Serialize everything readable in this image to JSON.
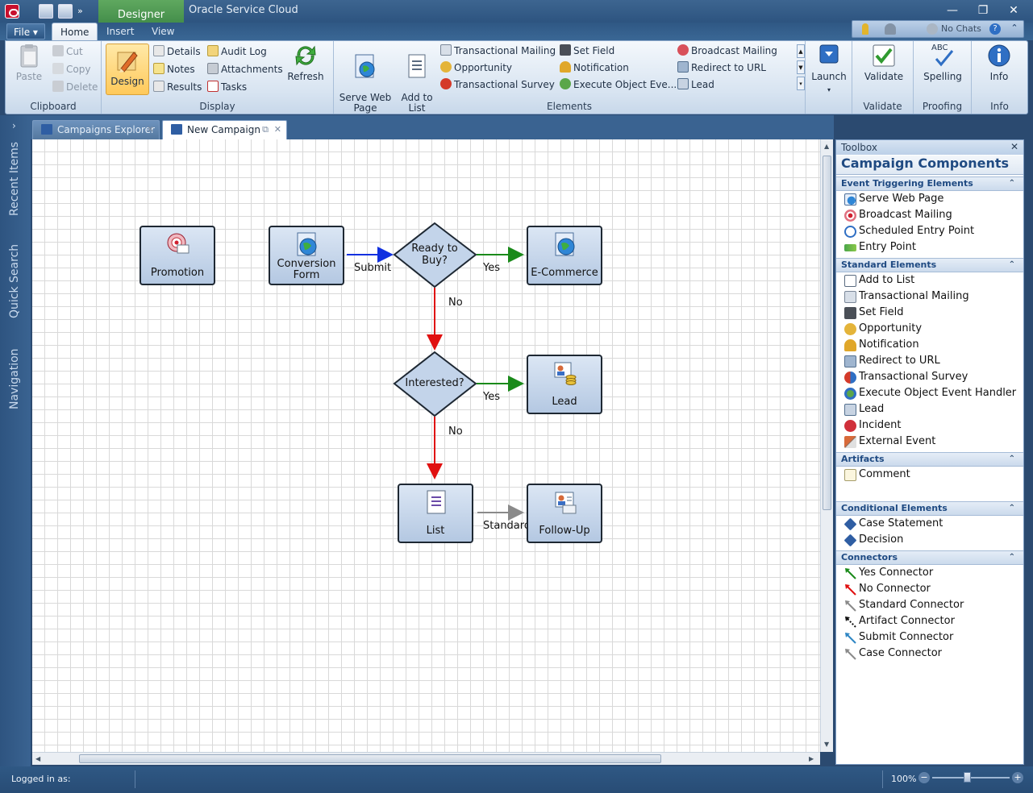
{
  "window": {
    "title": "Oracle Service Cloud",
    "context_tab": "Designer",
    "min": "—",
    "max": "❐",
    "close": "✕",
    "qat_more": "»"
  },
  "tabs": {
    "file": "File ▾",
    "home": "Home",
    "insert": "Insert",
    "view": "View"
  },
  "tray": {
    "chats": "No Chats",
    "help": "?",
    "collapse": "⌃"
  },
  "ribbon": {
    "clipboard": {
      "label": "Clipboard",
      "paste": "Paste",
      "cut": "Cut",
      "copy": "Copy",
      "delete": "Delete"
    },
    "display": {
      "label": "Display",
      "design": "Design",
      "details": "Details",
      "notes": "Notes",
      "results": "Results",
      "audit_log": "Audit Log",
      "attachments": "Attachments",
      "tasks": "Tasks",
      "refresh": "Refresh"
    },
    "elements": {
      "label": "Elements",
      "serve_web_page": "Serve Web\nPage",
      "add_to_list": "Add to\nList",
      "transactional_mailing": "Transactional Mailing",
      "opportunity": "Opportunity",
      "transactional_survey": "Transactional Survey",
      "set_field": "Set Field",
      "notification": "Notification",
      "execute_object": "Execute Object Eve...",
      "broadcast_mailing": "Broadcast Mailing",
      "redirect_to_url": "Redirect to URL",
      "lead": "Lead"
    },
    "launch": {
      "label": "Launch"
    },
    "validate": {
      "label": "Validate",
      "button": "Validate"
    },
    "proofing": {
      "label": "Proofing",
      "button": "Spelling",
      "abc": "ABC"
    },
    "info": {
      "label": "Info",
      "button": "Info"
    }
  },
  "leftnav": {
    "recent": "Recent Items",
    "quick": "Quick Search",
    "navigation": "Navigation",
    "expand": "›"
  },
  "doctabs": {
    "explorer": "Campaigns Explorer",
    "new": "New Campaign",
    "close": "✕",
    "popout": "⧉"
  },
  "diagram": {
    "promotion": "Promotion",
    "conversion_form": "Conversion\nForm",
    "ready_to_buy": "Ready to\nBuy?",
    "ecommerce": "E-Commerce",
    "interested": "Interested?",
    "lead": "Lead",
    "list": "List",
    "follow_up": "Follow-Up",
    "submit": "Submit",
    "yes1": "Yes",
    "no1": "No",
    "yes2": "Yes",
    "no2": "No",
    "standard": "Standard"
  },
  "toolbox": {
    "title": "Toolbox",
    "close": "✕",
    "heading": "Campaign Components",
    "sections": {
      "event": {
        "title": "Event Triggering Elements",
        "items": [
          "Serve Web Page",
          "Broadcast Mailing",
          "Scheduled Entry Point",
          "Entry Point"
        ]
      },
      "standard": {
        "title": "Standard Elements",
        "items": [
          "Add to List",
          "Transactional Mailing",
          "Set Field",
          "Opportunity",
          "Notification",
          "Redirect to URL",
          "Transactional Survey",
          "Execute Object Event Handler",
          "Lead",
          "Incident",
          "External Event"
        ]
      },
      "artifacts": {
        "title": "Artifacts",
        "items": [
          "Comment"
        ]
      },
      "conditional": {
        "title": "Conditional Elements",
        "items": [
          "Case Statement",
          "Decision"
        ]
      },
      "connectors": {
        "title": "Connectors",
        "items": [
          "Yes Connector",
          "No Connector",
          "Standard Connector",
          "Artifact Connector",
          "Submit Connector",
          "Case Connector"
        ]
      }
    }
  },
  "status": {
    "logged_in": "Logged in as:",
    "zoom": "100%",
    "minus": "−",
    "plus": "+"
  },
  "colors": {
    "yes": "#1a8a1a",
    "no": "#e01010",
    "submit": "#1030e0",
    "standard": "#8a8a8a"
  }
}
